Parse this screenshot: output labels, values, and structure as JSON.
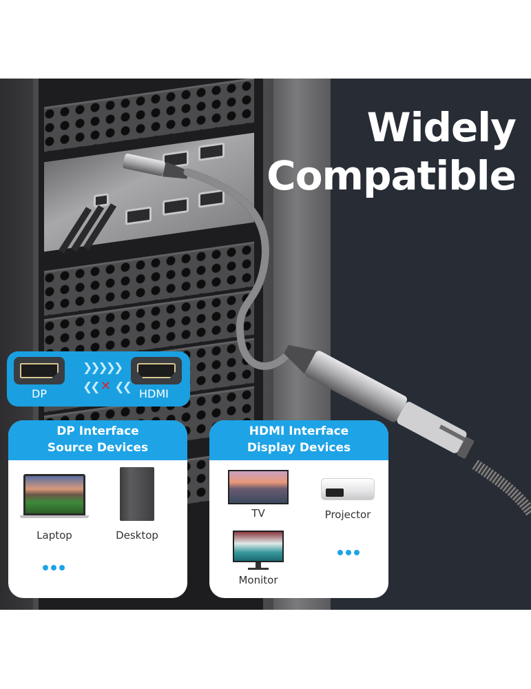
{
  "headline": {
    "line1": "Widely",
    "line2": "Compatible"
  },
  "compat_badge": {
    "source_label": "DP",
    "target_label": "HDMI",
    "forward_arrows": "❯❯❯❯❯",
    "reverse_arrows_left": "❮❮",
    "reverse_arrows_right": "❮❮",
    "blocked_mark": "✕"
  },
  "source_card": {
    "title_line1": "DP Interface",
    "title_line2": "Source Devices",
    "devices": [
      {
        "label": "Laptop",
        "icon": "laptop-icon"
      },
      {
        "label": "Desktop",
        "icon": "desktop-tower-icon"
      }
    ],
    "more_indicator": "more-dots"
  },
  "display_card": {
    "title_line1": "HDMI Interface",
    "title_line2": "Display Devices",
    "devices": [
      {
        "label": "TV",
        "icon": "tv-icon"
      },
      {
        "label": "Projector",
        "icon": "projector-icon"
      },
      {
        "label": "Monitor",
        "icon": "monitor-icon"
      }
    ],
    "more_indicator": "more-dots"
  },
  "colors": {
    "background_dark": "#272c35",
    "accent_blue": "#1ea3e6",
    "badge_blue": "#1aa0e0",
    "blocked_red": "#e0202a",
    "card_white": "#ffffff"
  }
}
